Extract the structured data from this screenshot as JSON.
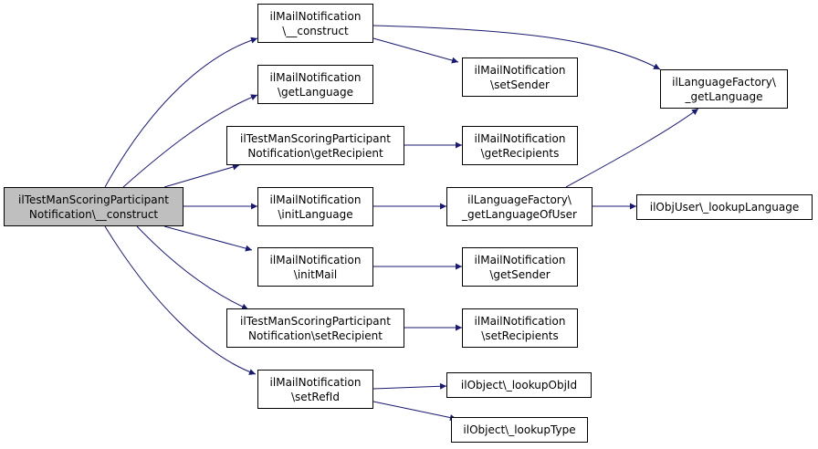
{
  "colors": {
    "edge": "#191970",
    "node_border": "#000000",
    "node_fill": "#ffffff",
    "root_fill": "#bfbfbf"
  },
  "nodes": {
    "root": [
      "ilTestManScoringParticipant",
      "Notification\\__construct"
    ],
    "mail_construct": [
      "ilMailNotification",
      "\\__construct"
    ],
    "mail_get_language": [
      "ilMailNotification",
      "\\getLanguage"
    ],
    "get_recipient": [
      "ilTestManScoringParticipant",
      "Notification\\getRecipient"
    ],
    "init_language": [
      "ilMailNotification",
      "\\initLanguage"
    ],
    "init_mail": [
      "ilMailNotification",
      "\\initMail"
    ],
    "set_recipient": [
      "ilTestManScoringParticipant",
      "Notification\\setRecipient"
    ],
    "set_ref_id": [
      "ilMailNotification",
      "\\setRefId"
    ],
    "set_sender": [
      "ilMailNotification",
      "\\setSender"
    ],
    "get_recipients": [
      "ilMailNotification",
      "\\getRecipients"
    ],
    "get_language_of_user": [
      "ilLanguageFactory\\",
      "_getLanguageOfUser"
    ],
    "get_sender": [
      "ilMailNotification",
      "\\getSender"
    ],
    "set_recipients": [
      "ilMailNotification",
      "\\setRecipients"
    ],
    "lookup_obj_id": [
      "ilObject\\_lookupObjId"
    ],
    "lookup_type": [
      "ilObject\\_lookupType"
    ],
    "factory_get_language": [
      "ilLanguageFactory\\",
      "_getLanguage"
    ],
    "lookup_language": [
      "ilObjUser\\_lookupLanguage"
    ]
  }
}
